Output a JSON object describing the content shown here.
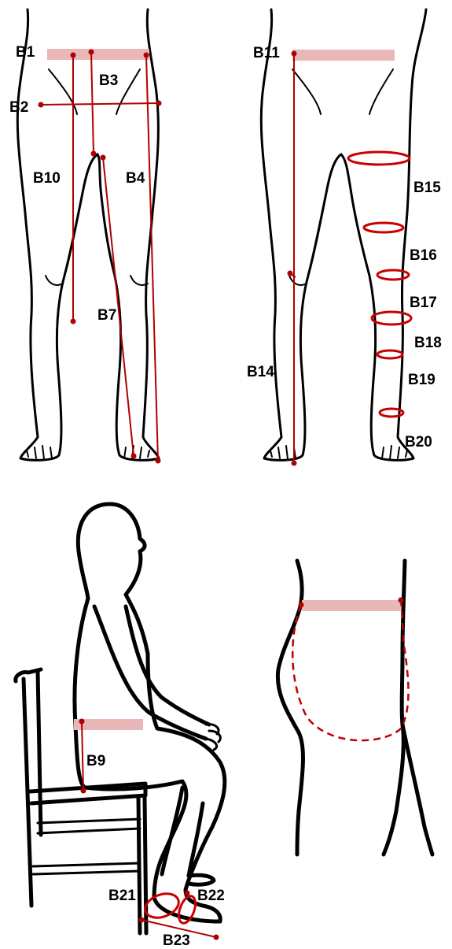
{
  "labels": {
    "b1": "B1",
    "b2": "B2",
    "b3": "B3",
    "b4": "B4",
    "b7": "B7",
    "b9": "B9",
    "b10": "B10",
    "b11": "B11",
    "b14": "B14",
    "b15": "B15",
    "b16": "B16",
    "b17": "B17",
    "b18": "B18",
    "b19": "B19",
    "b20": "B20",
    "b21": "B21",
    "b22": "B22",
    "b23": "B23"
  },
  "colors": {
    "measurement_line": "#b00000",
    "circumference": "#c80000",
    "band_highlight": "#e9b7b7",
    "outline": "#000000"
  }
}
